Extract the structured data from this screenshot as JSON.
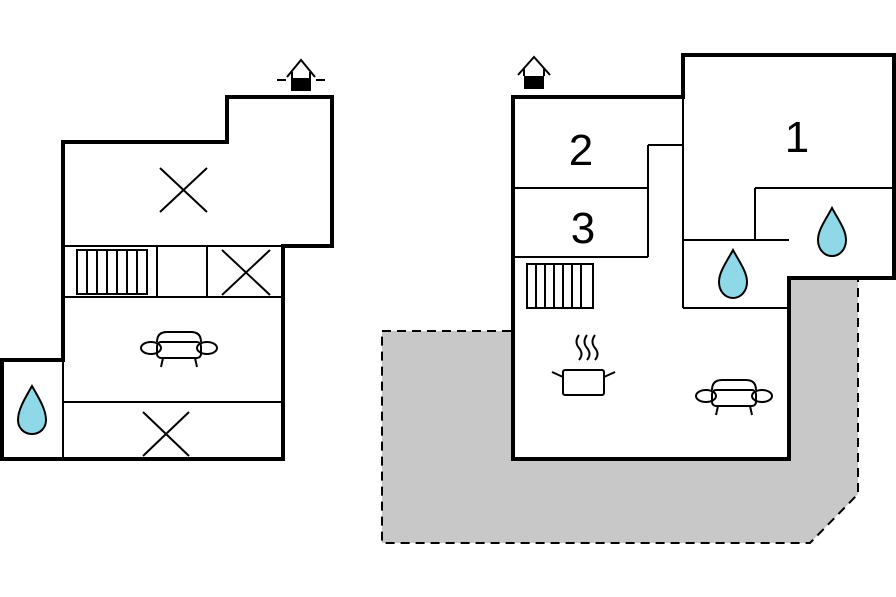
{
  "colors": {
    "wall": "#000000",
    "background": "#ffffff",
    "terrace": "#c8c8c8",
    "water": "#8fd8e8"
  },
  "rooms": [
    {
      "number": "1"
    },
    {
      "number": "2"
    },
    {
      "number": "3"
    }
  ],
  "icons": {
    "entrance": "house-entrance-icon",
    "bathroom": "water-drop-icon",
    "living": "sofa-icon",
    "kitchen": "cooking-pot-icon",
    "stairs": "stairs-icon",
    "void": "cross-void-icon"
  }
}
